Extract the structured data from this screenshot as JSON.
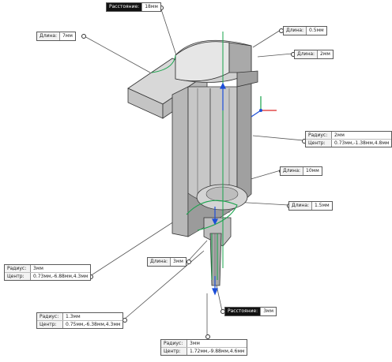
{
  "callouts": {
    "distance_top": {
      "label": "Расстояние:",
      "value": "18мм"
    },
    "length_7": {
      "label": "Длина:",
      "value": "7мм"
    },
    "length_05": {
      "label": "Длина:",
      "value": "0.5мм"
    },
    "length_2": {
      "label": "Длина:",
      "value": "2мм"
    },
    "radius_2": {
      "radius_label": "Радиус:",
      "radius_value": "2мм",
      "center_label": "Центр:",
      "center_value": "0.73мм,-1.38мм,4.8мм"
    },
    "length_10": {
      "label": "Длина:",
      "value": "10мм"
    },
    "length_15": {
      "label": "Длина:",
      "value": "1.5мм"
    },
    "radius_3_left": {
      "radius_label": "Радиус:",
      "radius_value": "3мм",
      "center_label": "Центр:",
      "center_value": "0.73мм,-6.88мм,4.3мм"
    },
    "length_3": {
      "label": "Длина:",
      "value": "3мм"
    },
    "radius_13": {
      "radius_label": "Радиус:",
      "radius_value": "1.3мм",
      "center_label": "Центр:",
      "center_value": "0.75мм,-6.38мм,4.3мм"
    },
    "distance_bottom": {
      "label": "Расстояние:",
      "value": "3мм"
    },
    "radius_3_bottom": {
      "radius_label": "Радиус:",
      "radius_value": "3мм",
      "center_label": "Центр:",
      "center_value": "1.72мм,-9.88мм,4.6мм"
    }
  },
  "colors": {
    "leader": "#555555",
    "sketch_green": "#16a34a",
    "axis_blue": "#1d4ed8",
    "axis_red": "#dc2626",
    "part_light": "#d9d9d9",
    "part_mid": "#bdbdbd",
    "part_dark": "#8f8f8f"
  }
}
